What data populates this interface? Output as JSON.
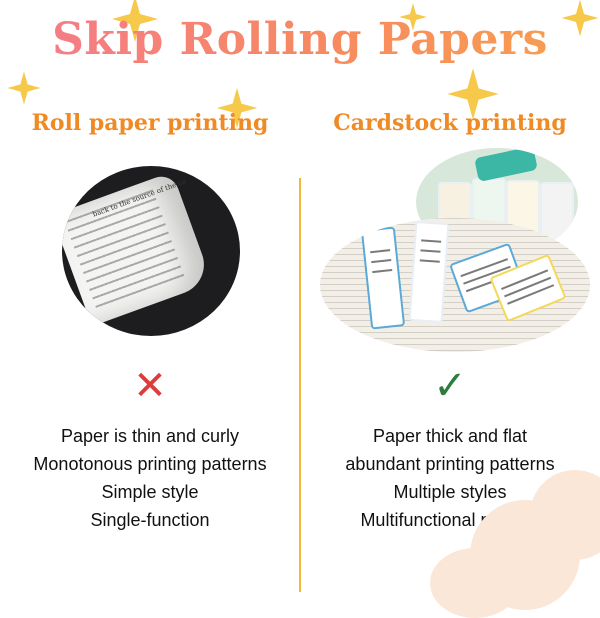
{
  "title": "Skip Rolling Papers",
  "left": {
    "heading": "Roll paper printing",
    "photo_text": "back to the source of the co",
    "mark_glyph": "✕",
    "mark_color": "#e03b3b",
    "lines": [
      "Paper is thin and curly",
      "Monotonous printing patterns",
      "Simple style",
      "Single-function"
    ]
  },
  "right": {
    "heading": "Cardstock printing",
    "mark_glyph": "✓",
    "mark_color": "#2e7d3e",
    "lines": [
      "Paper thick and flat",
      "abundant printing patterns",
      "Multiple styles",
      "Multifunctional printing"
    ]
  },
  "colors": {
    "title_start": "#f47a8e",
    "title_end": "#f9a04f",
    "heading": "#f08a24",
    "star": "#f6c94a",
    "divider": "#f2b938"
  }
}
